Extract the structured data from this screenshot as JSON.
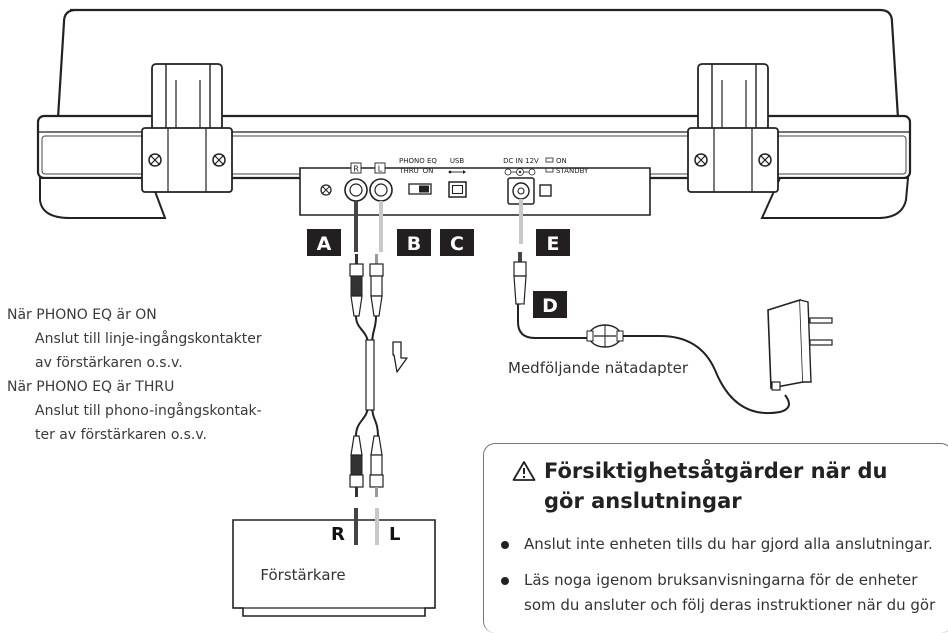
{
  "labels": {
    "A": "A",
    "B": "B",
    "C": "C",
    "D": "D",
    "E": "E"
  },
  "panel": {
    "r_jack": "R",
    "l_jack": "L",
    "phono_eq": "PHONO EQ",
    "thru": "THRU",
    "on": "ON",
    "usb": "USB",
    "dc_in": "DC IN 12V",
    "power_on": "ON",
    "standby": "STANDBY"
  },
  "notes": {
    "line1": "När PHONO EQ är ON",
    "line2": "Anslut till linje-ingångskontakter",
    "line3": "av förstärkaren o.s.v.",
    "line4": "När PHONO EQ är THRU",
    "line5": "Anslut till phono-ingångskontak-",
    "line6": "ter av förstärkaren o.s.v."
  },
  "amplifier": {
    "label": "Förstärkare",
    "r": "R",
    "l": "L"
  },
  "adapter": {
    "label": "Medföljande nätadapter"
  },
  "caution": {
    "title": "Försiktighetsåtgärder när du gör anslutningar",
    "bullets": [
      "Anslut inte enheten tills du har gjord alla anslutningar.",
      "Läs noga igenom bruksanvisningarna för de enheter som du ansluter och följ deras instruktioner när du gör"
    ]
  }
}
